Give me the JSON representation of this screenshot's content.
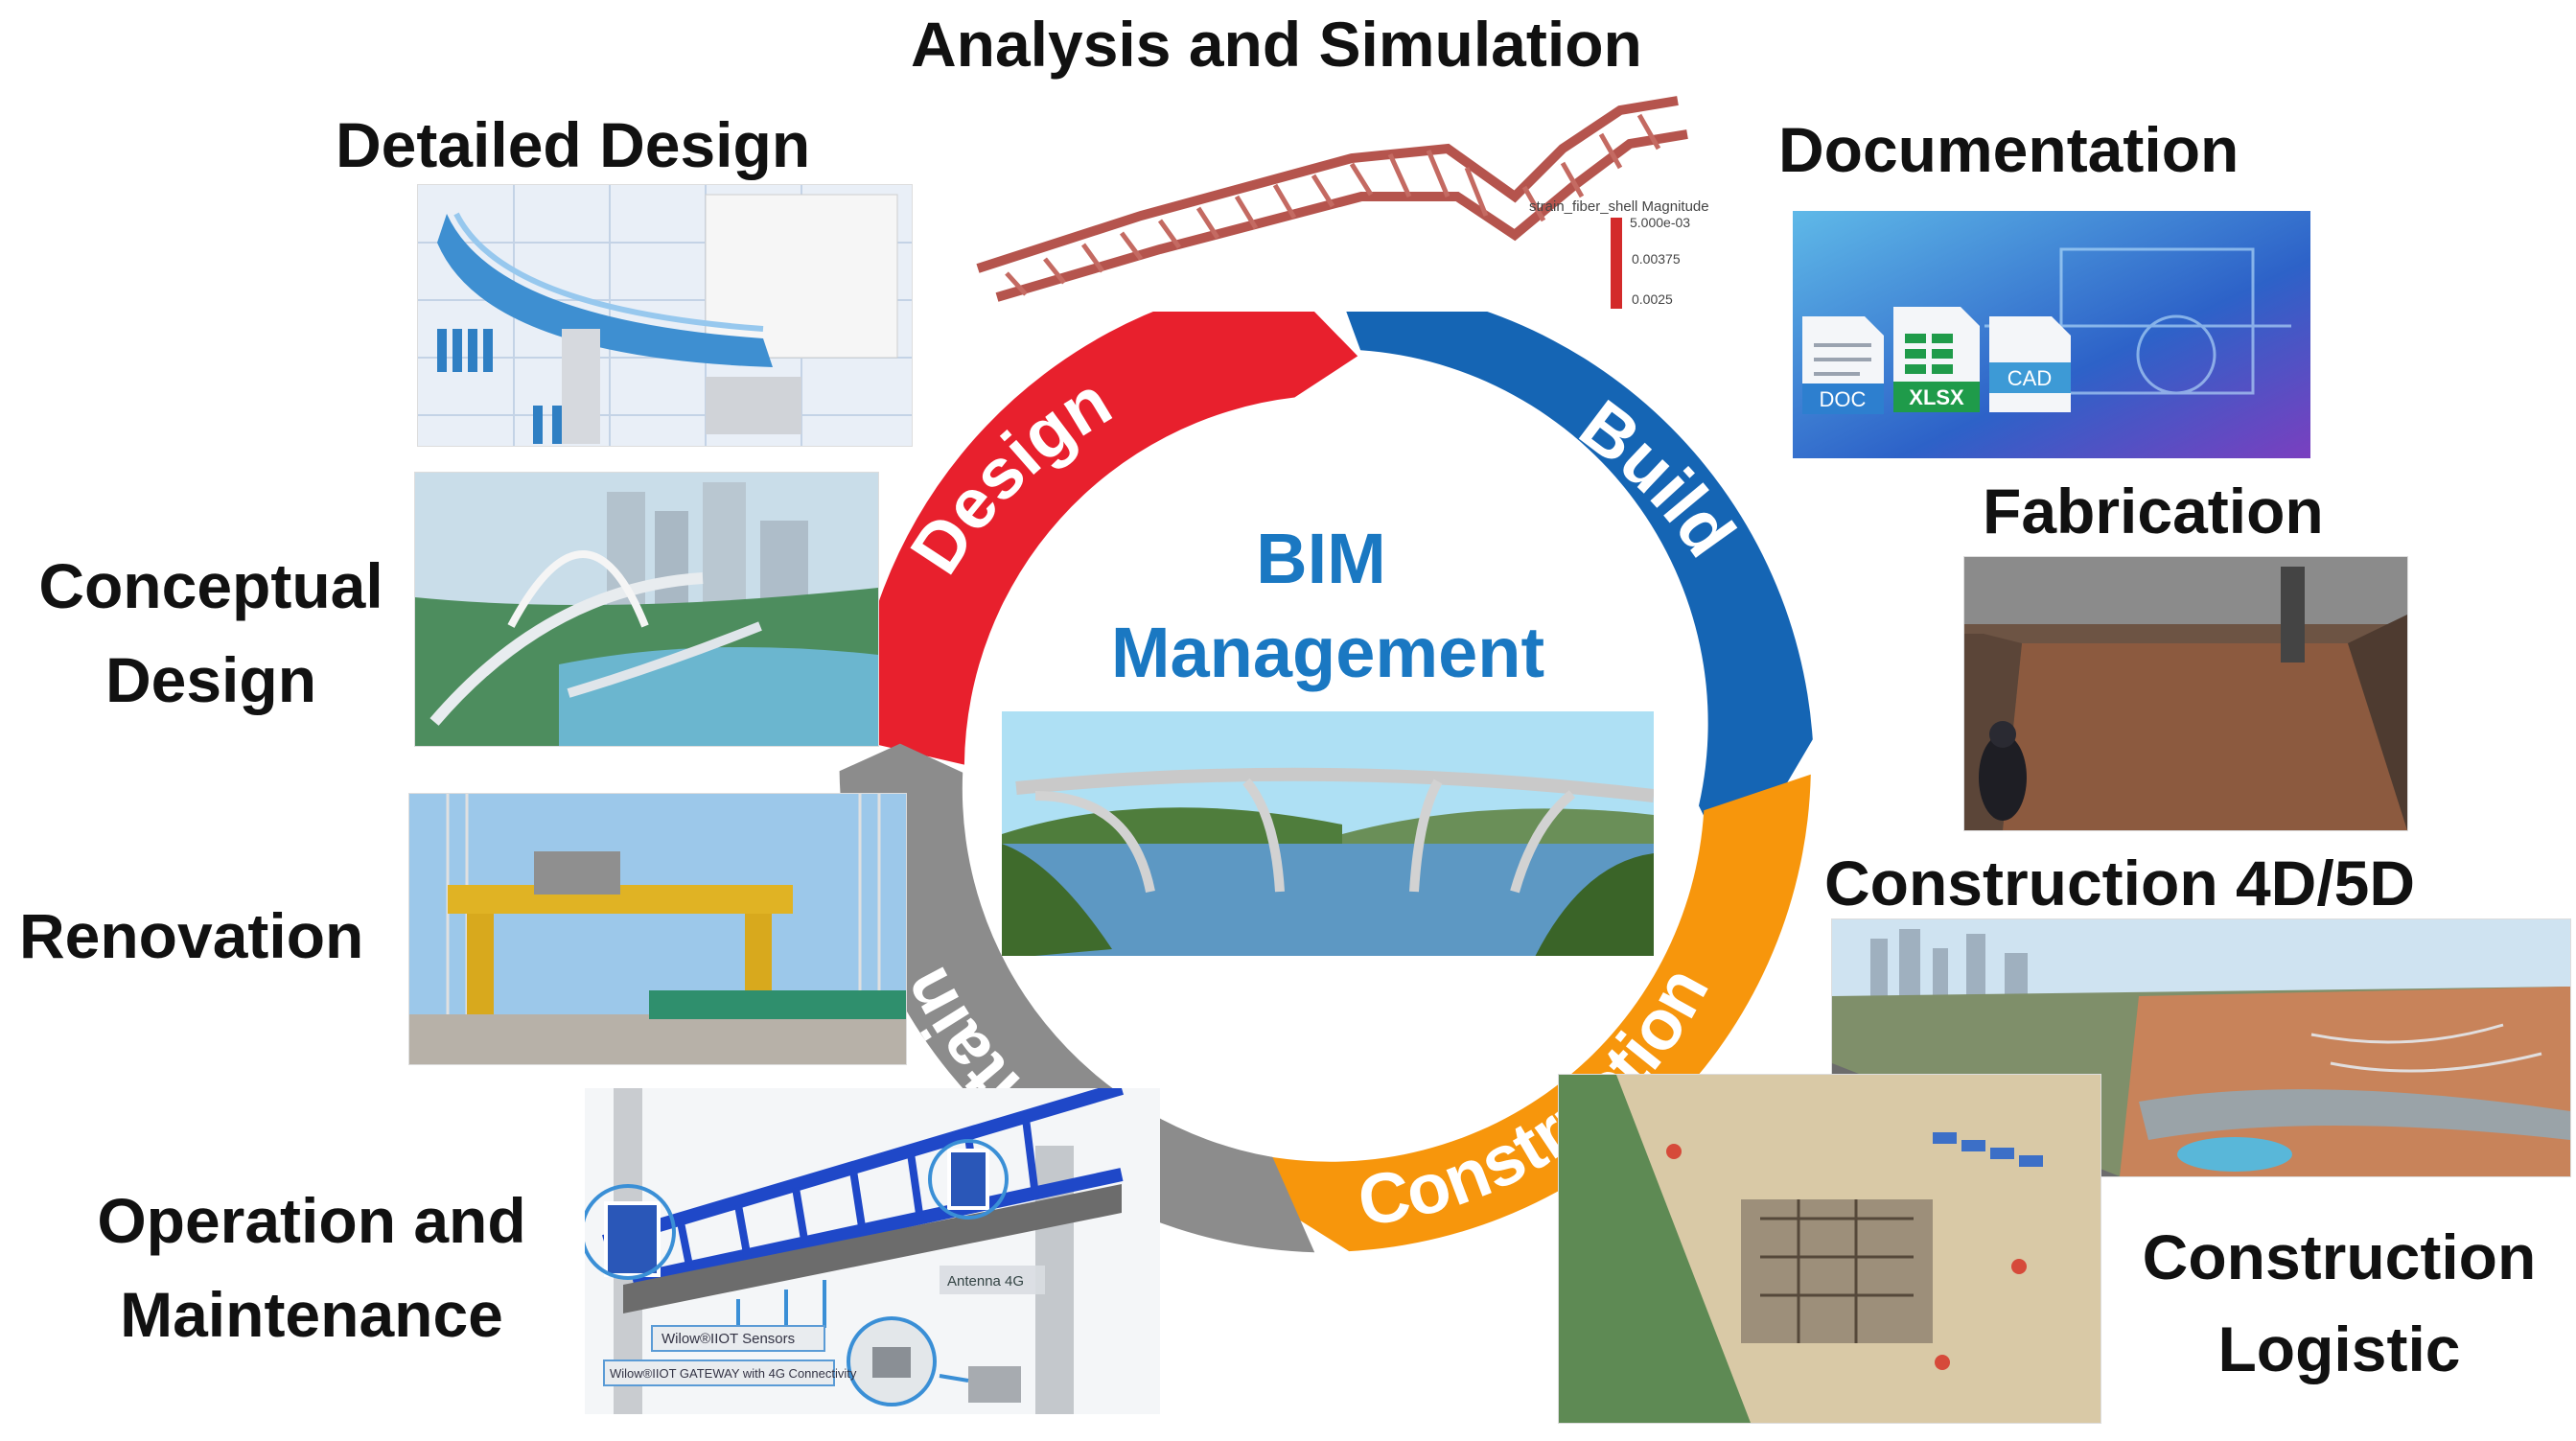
{
  "center": {
    "title_line1": "BIM",
    "title_line2": "Management"
  },
  "cycle": {
    "design": "Design",
    "build": "Build",
    "construction": "Construction",
    "maintain": "Maintain"
  },
  "stages": {
    "analysis": "Analysis and Simulation",
    "detailed_design": "Detailed Design",
    "documentation": "Documentation",
    "conceptual_line1": "Conceptual",
    "conceptual_line2": "Design",
    "fabrication": "Fabrication",
    "renovation": "Renovation",
    "construction_4d5d": "Construction 4D/5D",
    "operation_line1": "Operation and",
    "operation_line2": "Maintenance",
    "logistic_line1": "Construction",
    "logistic_line2": "Logistic"
  },
  "panels": {
    "analysis_legend_title": "strain_fiber_shell Magnitude",
    "analysis_legend_max": "5.000e-03",
    "analysis_legend_mid": "0.00375",
    "analysis_legend_low": "0.0025",
    "doc_icon": "DOC",
    "xlsx_icon": "XLSX",
    "cad_icon": "CAD",
    "iot_sensors": "Wilow®IIOT Sensors",
    "iot_gateway": "Wilow®IIOT GATEWAY with 4G Connectivity",
    "antenna": "Antenna 4G"
  },
  "colors": {
    "design": "#e8202d",
    "build": "#1565b4",
    "construction": "#f7960c",
    "maintain": "#8c8c8c",
    "center_text": "#1a78c2"
  }
}
